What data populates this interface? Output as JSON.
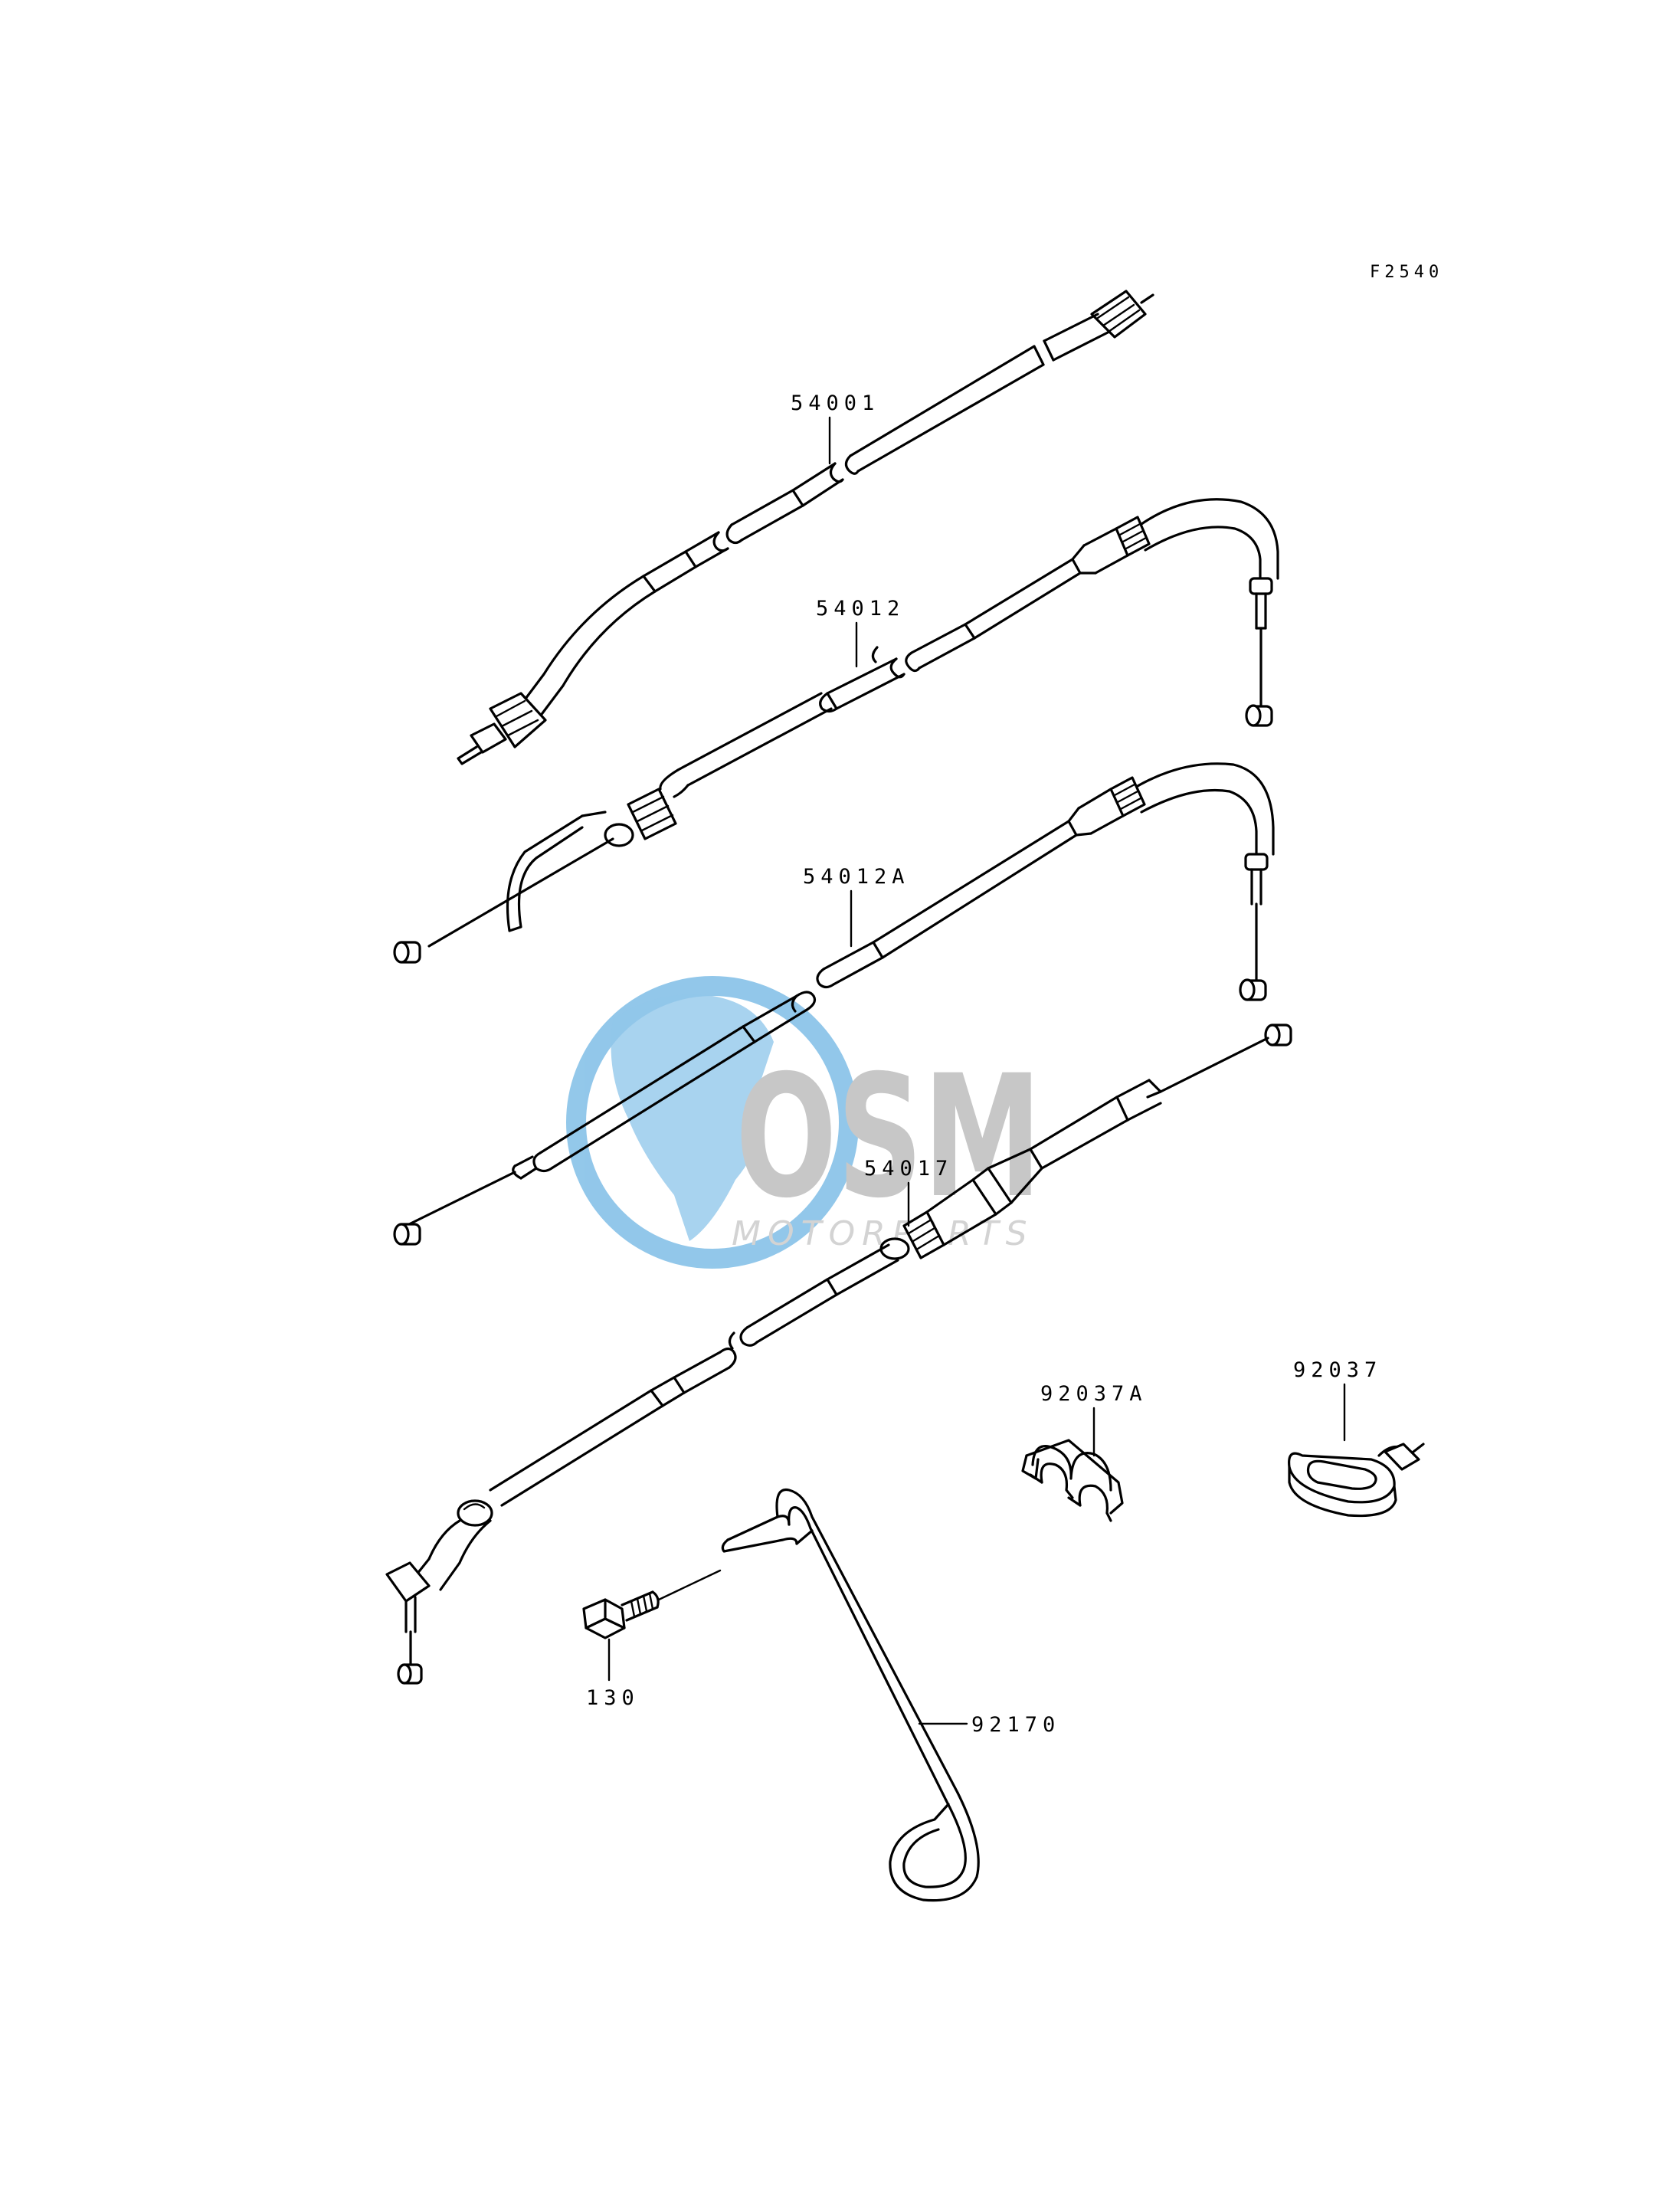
{
  "diagram": {
    "figure_code": "F2540",
    "parts": [
      {
        "id": "speedometer-cable",
        "number": "54001"
      },
      {
        "id": "throttle-cable-1",
        "number": "54012"
      },
      {
        "id": "throttle-cable-2",
        "number": "54012A"
      },
      {
        "id": "clutch-cable",
        "number": "54017"
      },
      {
        "id": "clamp-double",
        "number": "92037A"
      },
      {
        "id": "clamp-single",
        "number": "92037"
      },
      {
        "id": "bolt",
        "number": "130"
      },
      {
        "id": "cable-guide",
        "number": "92170"
      }
    ]
  },
  "watermark": {
    "logo_text": "OSM",
    "sub_text": "MOTORPARTS",
    "colors": {
      "blue": "#3a9ad9",
      "gray": "#9a9a9a"
    }
  }
}
